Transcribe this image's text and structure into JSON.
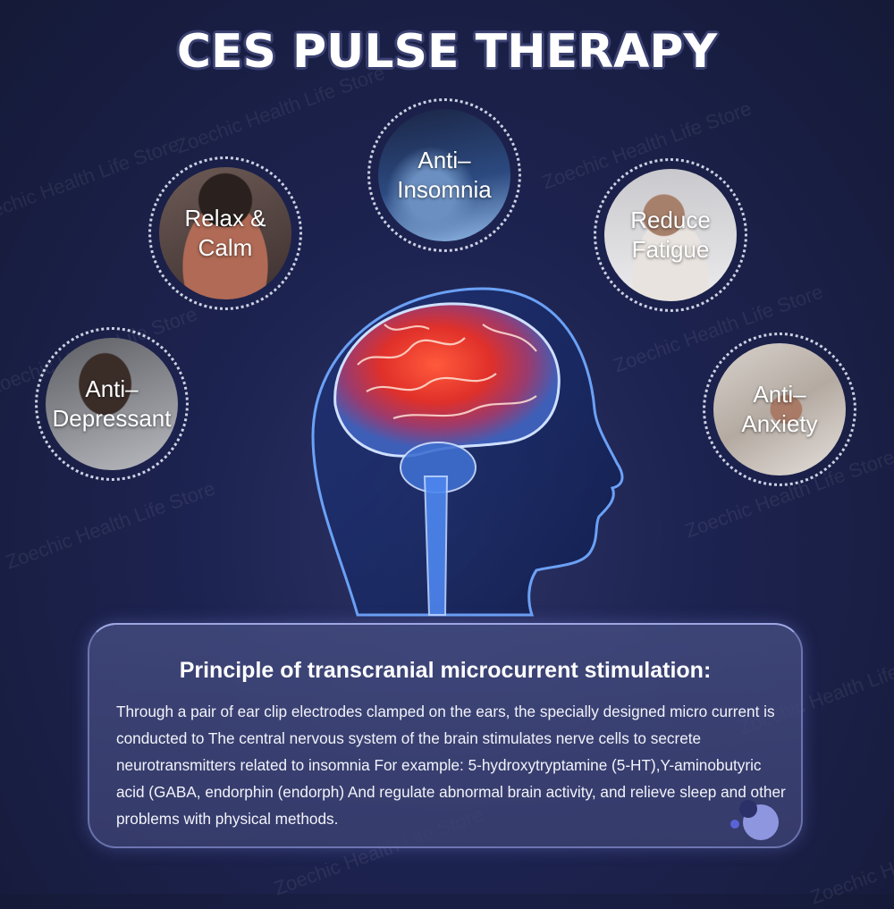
{
  "header": {
    "title": "CES PULSE THERAPY"
  },
  "watermark_text": "Zoechic Health Life Store",
  "benefits": [
    {
      "label": "Relax &\nCalm",
      "photo": "man-praying-hands"
    },
    {
      "label": "Anti–\nInsomnia",
      "photo": "woman-awake-in-bed"
    },
    {
      "label": "Reduce\nFatigue",
      "photo": "man-asleep-on-book"
    },
    {
      "label": "Anti–\nDepressant",
      "photo": "woman-head-in-hands"
    },
    {
      "label": "Anti–\nAnxiety",
      "photo": "woman-pillow-over-head"
    }
  ],
  "illustration": {
    "name": "glowing-brain-head-profile",
    "highlight_color": "#ff3b2f",
    "glow_color": "#3b7bff"
  },
  "card": {
    "title": "Principle of transcranial microcurrent stimulation:",
    "body": "Through a pair of ear clip electrodes clamped on the ears, the specially designed micro current is conducted to The central nervous system of the brain stimulates nerve cells to secrete neurotransmitters related to insomnia For example: 5-hydroxytryptamine (5-HT),Y-aminobutyric acid (GABA, endorphin (endorph) And regulate abnormal brain activity, and relieve sleep and other problems with physical methods."
  },
  "colors": {
    "background": "#171c3c",
    "card_border": "#9aa2e0",
    "deco_large": "#8f96e0",
    "deco_dark": "#2b3068",
    "deco_small": "#5a63d6"
  }
}
